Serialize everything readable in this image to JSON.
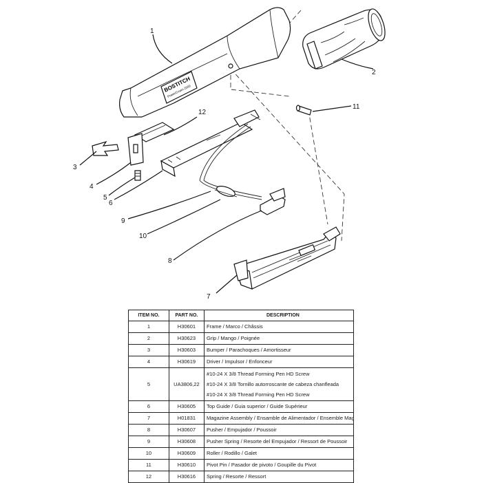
{
  "diagram": {
    "logo_text": [
      "BOSTITCH",
      "PowerCrown 2000"
    ],
    "callouts": [
      "1",
      "2",
      "3",
      "4",
      "5",
      "6",
      "7",
      "8",
      "9",
      "10",
      "11",
      "12"
    ]
  },
  "table": {
    "headers": {
      "item": "ITEM NO.",
      "part": "PART NO.",
      "desc": "DESCRIPTION"
    },
    "rows": [
      {
        "item": "1",
        "part": "H30601",
        "desc": "Frame / Marco / Châssis"
      },
      {
        "item": "2",
        "part": "H30623",
        "desc": "Grip / Mango / Poignée"
      },
      {
        "item": "3",
        "part": "H30603",
        "desc": "Bumper / Parachoques / Amortisseur"
      },
      {
        "item": "4",
        "part": "H30619",
        "desc": "Driver / Impulsor / Enfonceur"
      },
      {
        "item": "5",
        "part": "UA3806,22",
        "desc": "#10-24 X 3/8 Thread Forming Pen HD Screw",
        "desc2": "#10-24 X 3/8 Tornillo autorroscante de cabeza chanfleada",
        "desc3": "#10-24 X 3/8 Thread Forming Pen HD Screw"
      },
      {
        "item": "6",
        "part": "H30605",
        "desc": "Top Guide / Guia superior / Guide Supérieur"
      },
      {
        "item": "7",
        "part": "H01831",
        "desc": "Magazine Assembly / Ensamble de Alimentador / Ensemble Magazin"
      },
      {
        "item": "8",
        "part": "H30607",
        "desc": "Pusher / Empujador / Poussoir"
      },
      {
        "item": "9",
        "part": "H30608",
        "desc": "Pusher Spring / Resorte del Empujador / Ressort de Poussoir"
      },
      {
        "item": "10",
        "part": "H30609",
        "desc": "Roller / Rodillo / Galet"
      },
      {
        "item": "11",
        "part": "H30610",
        "desc": "Pivot Pin / Pasador de pivoto / Goupille du Pivot"
      },
      {
        "item": "12",
        "part": "H30616",
        "desc": "Spring / Resorte / Ressort"
      }
    ]
  }
}
